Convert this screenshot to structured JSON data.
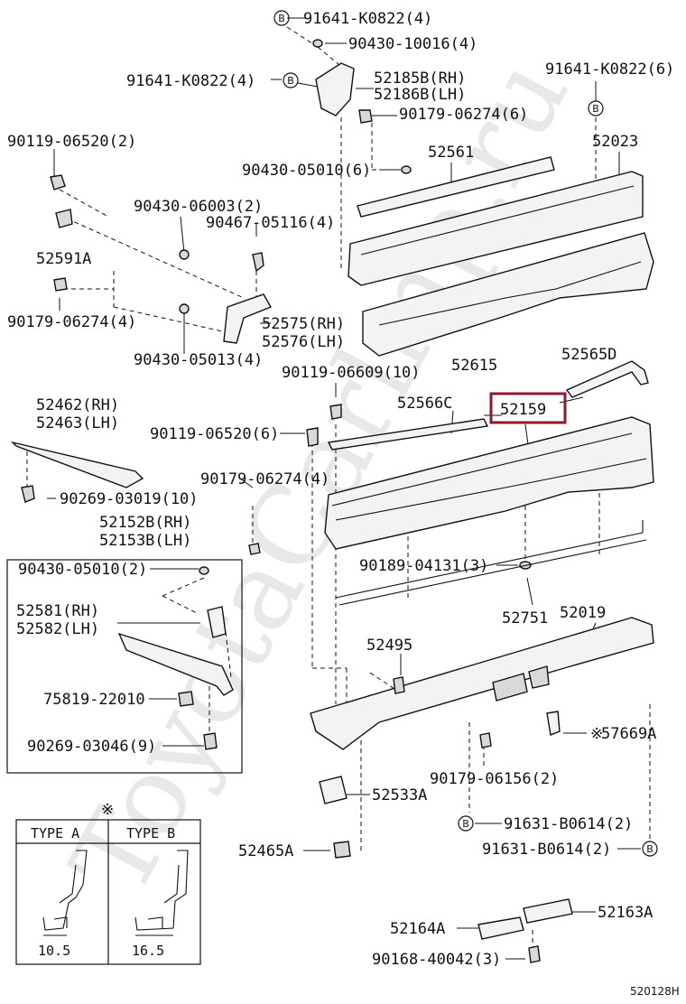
{
  "labels": {
    "l01": "91641-K0822(4)",
    "l02": "90430-10016(4)",
    "l03": "91641-K0822(4)",
    "l04": "52185B(RH)",
    "l05": "52186B(LH)",
    "l06": "91641-K0822(6)",
    "l07": "90179-06274(6)",
    "l08": "90119-06520(2)",
    "l09": "52561",
    "l10": "52023",
    "l11": "90430-05010(6)",
    "l12": "90430-06003(2)",
    "l13": "90467-05116(4)",
    "l14": "52591A",
    "l15": "90179-06274(4)",
    "l16": "52575(RH)",
    "l17": "52576(LH)",
    "l18": "90430-05013(4)",
    "l19": "52615",
    "l20": "90119-06609(10)",
    "l21": "52565D",
    "l22": "52462(RH)",
    "l23": "52463(LH)",
    "l24": "52566C",
    "l25": "52159",
    "l26": "90119-06520(6)",
    "l27": "90179-06274(4)",
    "l28": "90269-03019(10)",
    "l29": "52152B(RH)",
    "l30": "52153B(LH)",
    "l31": "90189-04131(3)",
    "l32": "90430-05010(2)",
    "l33": "52751",
    "l34": "52019",
    "l35": "52581(RH)",
    "l36": "52582(LH)",
    "l37": "52495",
    "l38": "75819-22010",
    "l39": "57669A",
    "l40": "90269-03046(9)",
    "l41": "90179-06156(2)",
    "l42": "52533A",
    "l43": "91631-B0614(2)",
    "l44": "91631-B0614(2)",
    "l45": "52465A",
    "l46": "52164A",
    "l47": "52163A",
    "l48": "90168-40042(3)"
  },
  "badge": "B",
  "note_mark": "※",
  "legend": {
    "type_a": "TYPE A",
    "type_b": "TYPE B",
    "dim_a": "10.5",
    "dim_b": "16.5"
  },
  "highlighted_part": "52159",
  "highlight_color": "#8b1a2e",
  "figure_code": "520128H",
  "watermark": "ToyotaCarlmp.ru"
}
